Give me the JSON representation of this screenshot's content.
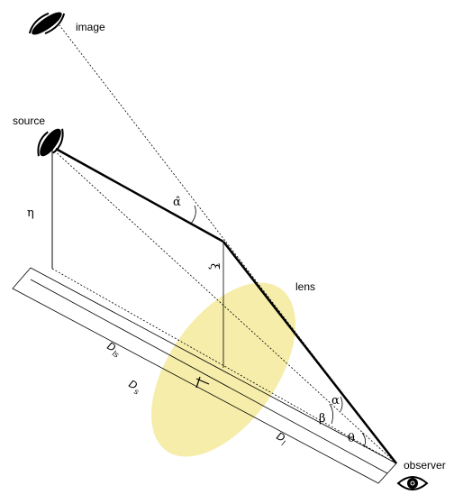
{
  "labels": {
    "image": "image",
    "source": "source",
    "lens": "lens",
    "observer": "observer"
  },
  "symbols": {
    "eta": "η",
    "xi": "ξ",
    "alpha_hat": "α̂",
    "alpha": "α",
    "beta": "β",
    "theta": "θ"
  },
  "distances": {
    "d_ls_main": "D",
    "d_ls_sub": "ls",
    "d_s_main": "D",
    "d_s_sub": "s",
    "d_l_main": "D",
    "d_l_sub": "l"
  },
  "colors": {
    "lens_fill": "#f3ea9a",
    "lines": "#000000"
  }
}
